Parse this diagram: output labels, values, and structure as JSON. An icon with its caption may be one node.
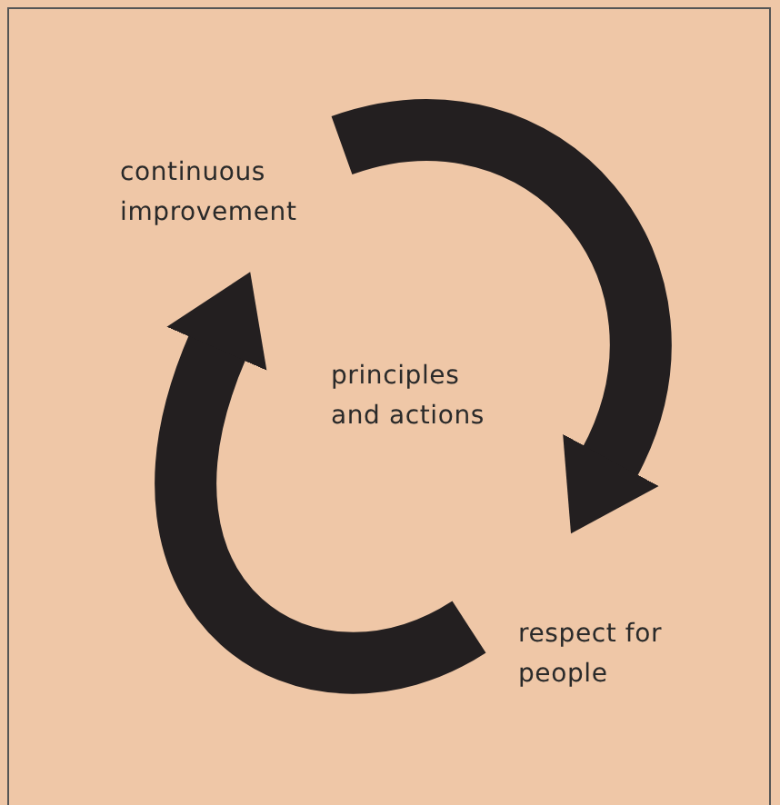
{
  "diagram": {
    "nodes": [
      {
        "text": [
          "continuous improvement"
        ]
      },
      {
        "text": [
          "respect for people"
        ]
      }
    ],
    "edges": [
      {
        "from": 0,
        "to": 1,
        "arrow": "to"
      },
      {
        "from": 1,
        "to": 0,
        "arrow": "to"
      }
    ],
    "labels": [
      "principles and actions"
    ]
  }
}
